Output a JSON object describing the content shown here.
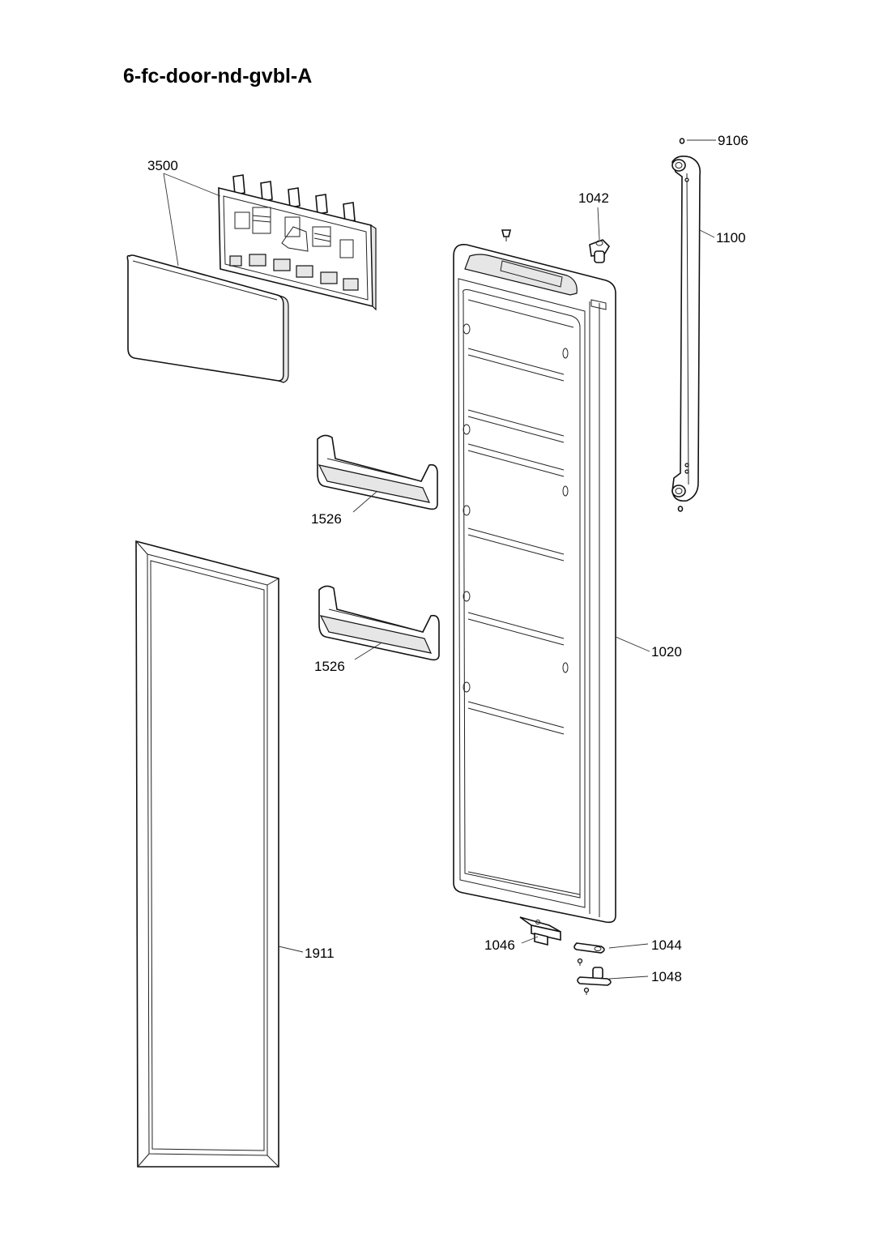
{
  "title": "6-fc-door-nd-gvbl-A",
  "callouts": {
    "p9106": "9106",
    "p3500": "3500",
    "p1042": "1042",
    "p1100": "1100",
    "p1526a": "1526",
    "p1526b": "1526",
    "p1020": "1020",
    "p1911": "1911",
    "p1046": "1046",
    "p1044": "1044",
    "p1048": "1048"
  }
}
